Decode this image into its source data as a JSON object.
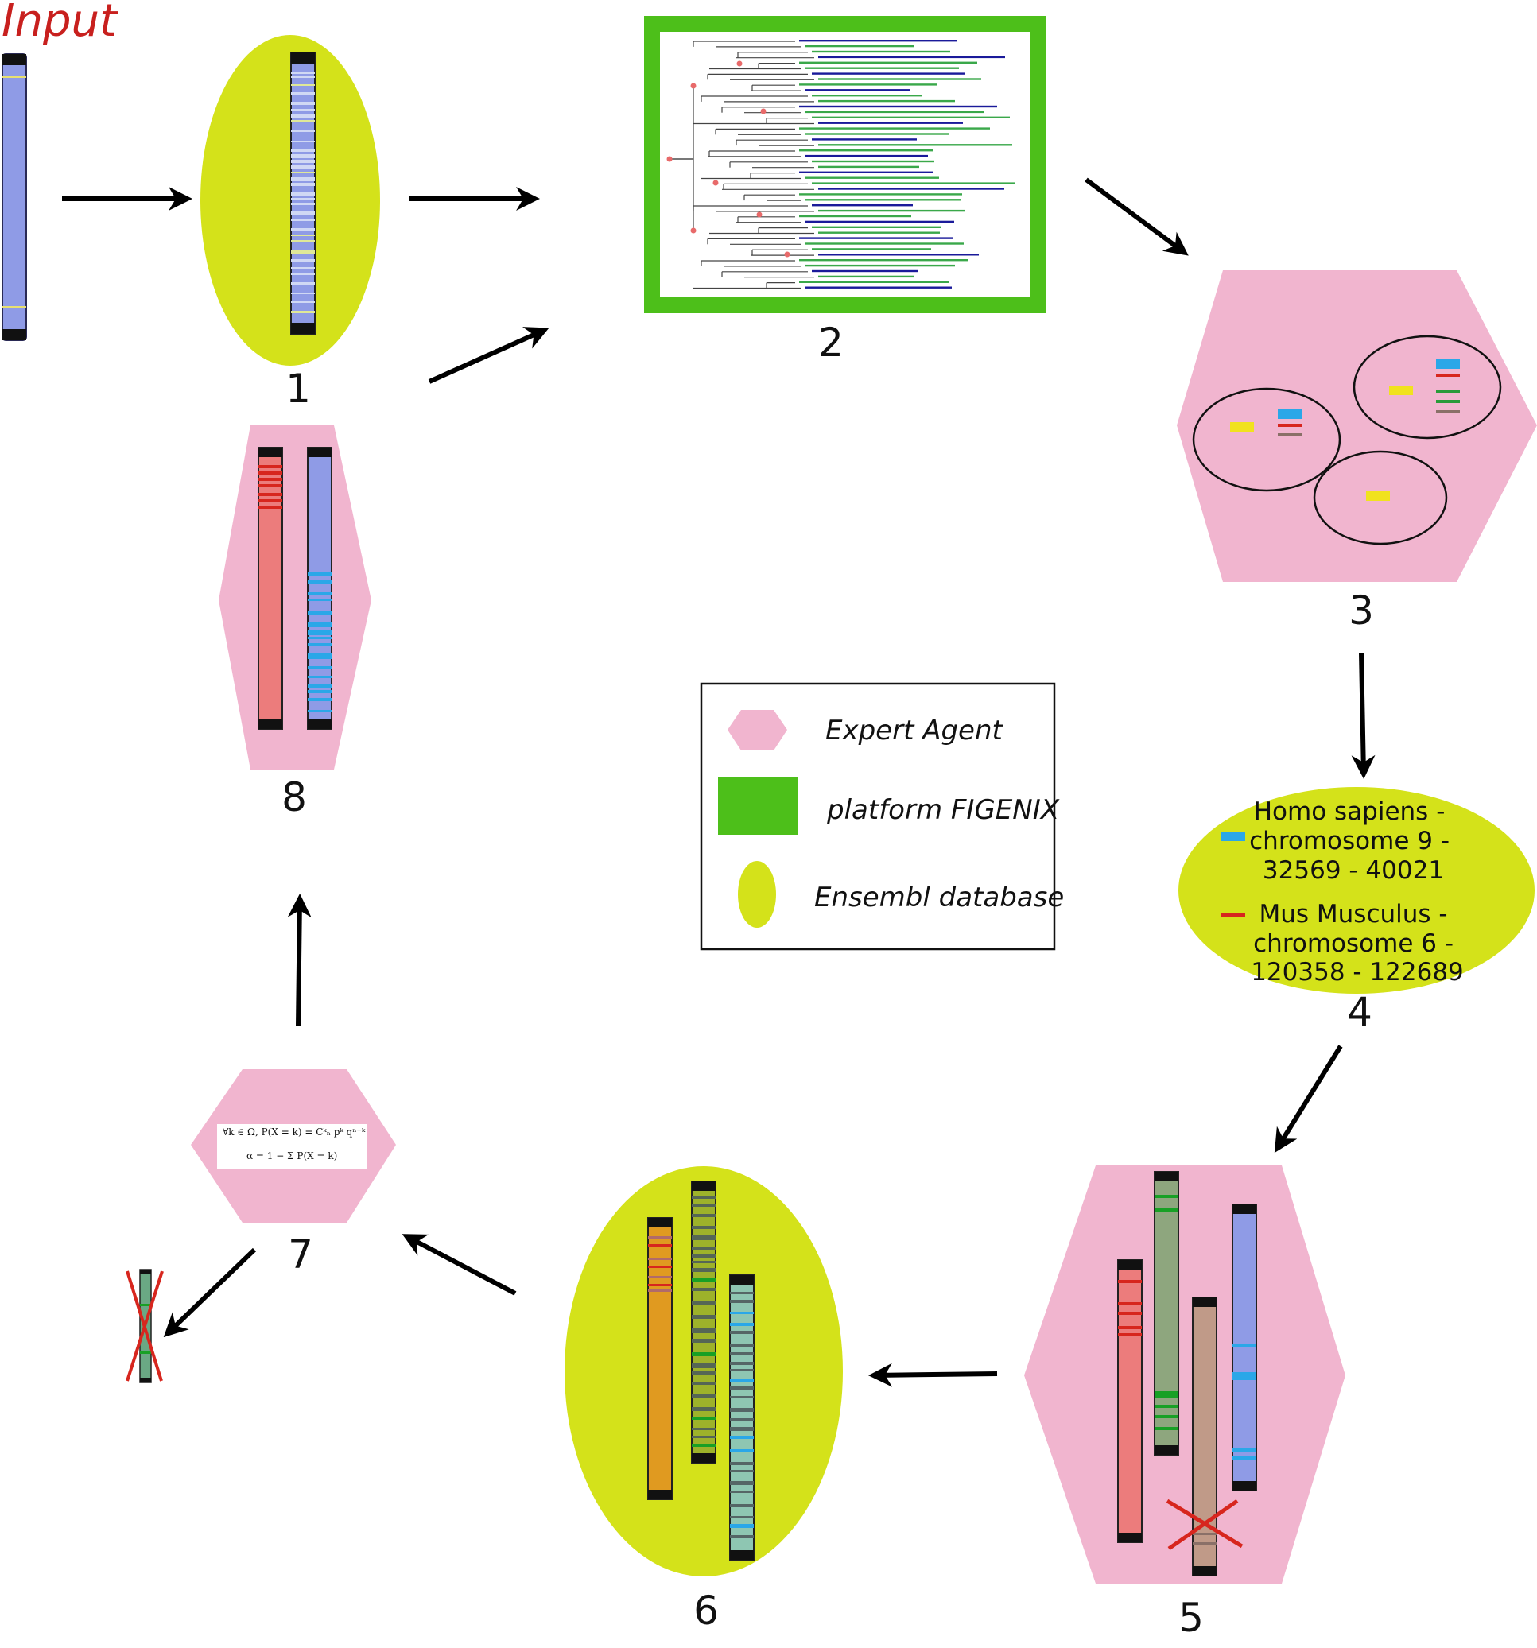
{
  "input_label": "Input",
  "steps": [
    {
      "number": "1"
    },
    {
      "number": "2"
    },
    {
      "number": "3"
    },
    {
      "number": "4"
    },
    {
      "number": "5"
    },
    {
      "number": "6"
    },
    {
      "number": "7"
    },
    {
      "number": "8"
    }
  ],
  "legend": {
    "items": [
      {
        "label": "Expert Agent",
        "shape": "hexagon",
        "color": "#f1b5cf"
      },
      {
        "label": "platform FIGENIX",
        "shape": "rectangle",
        "color": "#4dbf1a"
      },
      {
        "label": "Ensembl database",
        "shape": "ellipse",
        "color": "#d4e21a"
      }
    ]
  },
  "species": [
    {
      "lines": [
        "Homo sapiens -",
        "chromosome 9 -",
        "32569 - 40021"
      ],
      "color": "#2aa7e8"
    },
    {
      "lines": [
        "Mus Musculus -",
        "chromosome 6 -",
        "120358 - 122689"
      ],
      "color": "#d7261e"
    }
  ],
  "formula": {
    "line1": "∀k ∈ Ω,     P(X = k) = Cᵏₙ pᵏ qⁿ⁻ᵏ",
    "line2": "α = 1 − Σ P(X = k)"
  },
  "colors": {
    "expert_agent": "#f1b5cf",
    "figenix": "#4dbf1a",
    "ensembl": "#d4e21a",
    "arrow": "#000000",
    "reject": "#d7261e"
  }
}
